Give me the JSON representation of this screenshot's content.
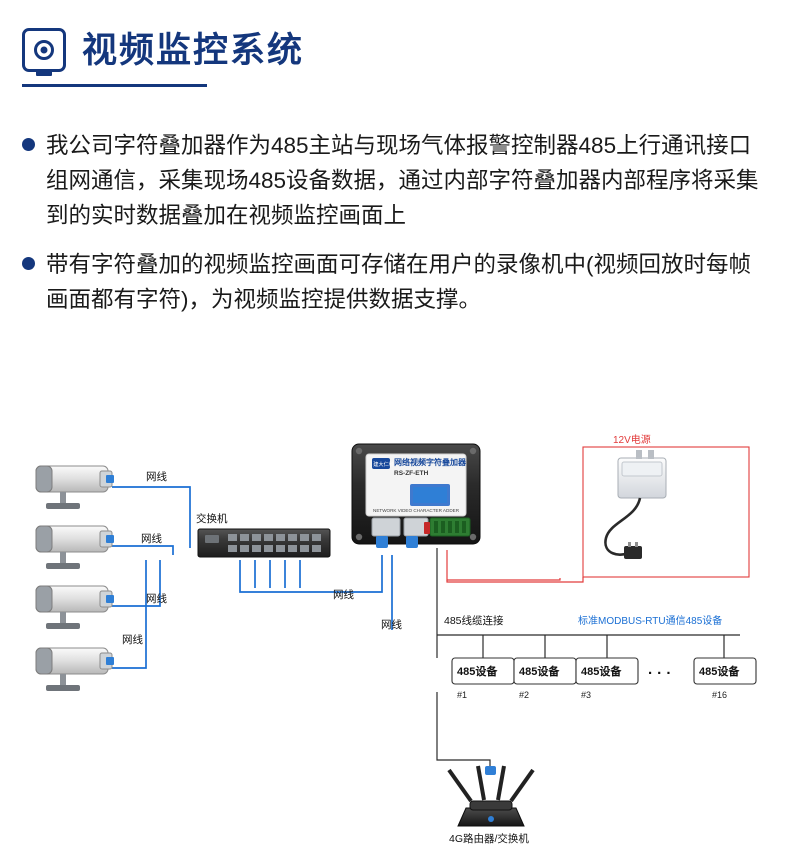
{
  "header": {
    "title": "视频监控系统",
    "logo_icon": "cctv-camera-icon"
  },
  "bullets": [
    "我公司字符叠加器作为485主站与现场气体报警控制器485上行通讯接口组网通信，采集现场485设备数据，通过内部字符叠加器内部程序将采集到的实时数据叠加在视频监控画面上",
    "带有字符叠加的视频监控画面可存储在用户的录像机中(视频回放时每帧画面都有字符)，为视频监控提供数据支撑。"
  ],
  "diagram": {
    "cables": {
      "cam1": "网线",
      "cam2": "网线",
      "cam3": "网线",
      "cam4": "网线",
      "switch_to_overlay": "网线",
      "overlay_down": "网线"
    },
    "switch_label": "交换机",
    "overlay": {
      "brand": "网络视频字符叠加器",
      "model": "RS-ZF-ETH",
      "footer": "NETWORK VIDEO CHARACTER ADDER",
      "badge": "建大仁科"
    },
    "power": {
      "label": "12V电源"
    },
    "rs485_cable_label": "485线缆连接",
    "modbus_label": "标准MODBUS-RTU通信485设备",
    "devices": [
      {
        "name": "485设备",
        "id": "#1"
      },
      {
        "name": "485设备",
        "id": "#2"
      },
      {
        "name": "485设备",
        "id": "#3"
      },
      {
        "name": "485设备",
        "id": "#16"
      }
    ],
    "devices_ellipsis": "· · ·",
    "router_label": "4G路由器/交换机"
  },
  "colors": {
    "brand": "#14377d",
    "cable_blue": "#1a6fd4",
    "power_red": "#e23c3c",
    "text": "#1a1a1a"
  }
}
